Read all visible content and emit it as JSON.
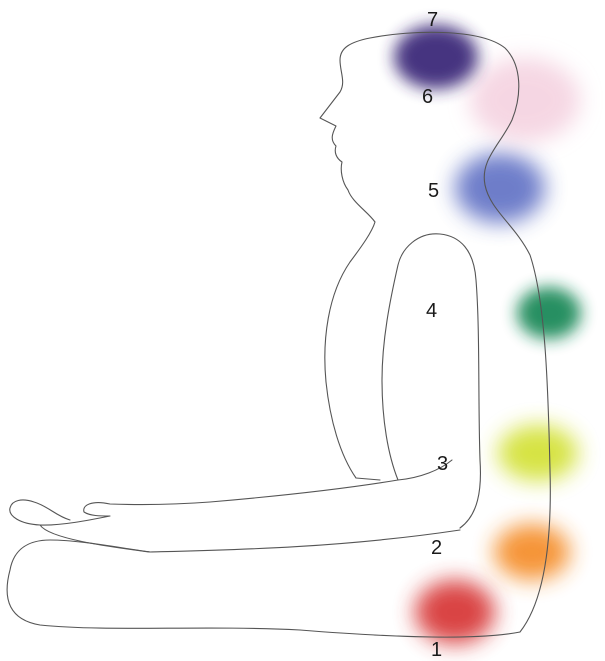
{
  "chakras": [
    {
      "label": "1",
      "color": "#d83a3a"
    },
    {
      "label": "2",
      "color": "#f5902e"
    },
    {
      "label": "3",
      "color": "#d4e23a"
    },
    {
      "label": "4",
      "color": "#1f8a5a"
    },
    {
      "label": "5",
      "color": "#5e6fc4"
    },
    {
      "label": "6",
      "color": "#f2c6d8"
    },
    {
      "label": "7",
      "color": "#3d2a7a"
    }
  ]
}
